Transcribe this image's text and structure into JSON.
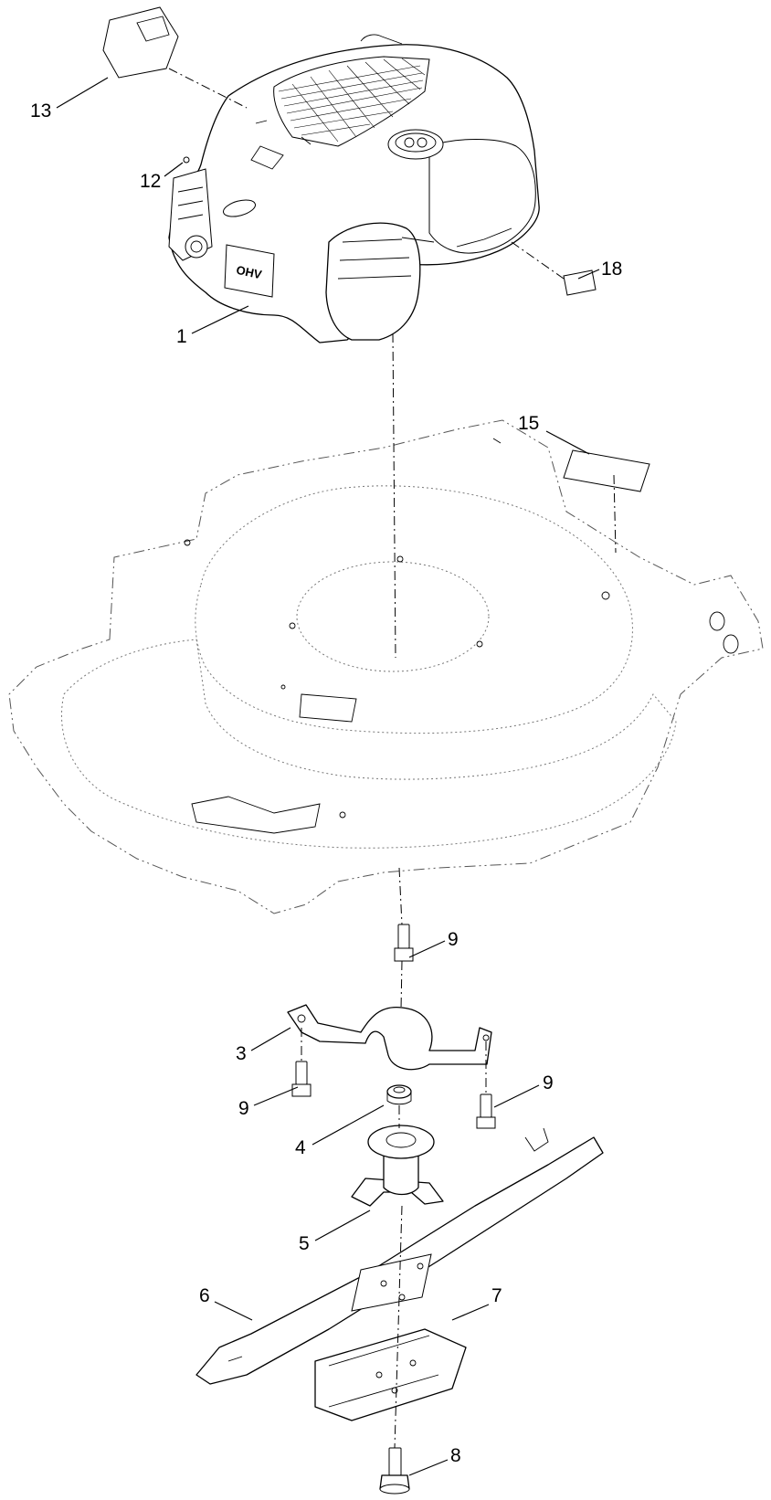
{
  "diagram": {
    "callouts": [
      {
        "id": "13",
        "label": "13"
      },
      {
        "id": "12",
        "label": "12"
      },
      {
        "id": "1",
        "label": "1"
      },
      {
        "id": "18",
        "label": "18"
      },
      {
        "id": "15",
        "label": "15"
      },
      {
        "id": "9a",
        "label": "9"
      },
      {
        "id": "3",
        "label": "3"
      },
      {
        "id": "9b",
        "label": "9"
      },
      {
        "id": "9c",
        "label": "9"
      },
      {
        "id": "4",
        "label": "4"
      },
      {
        "id": "5",
        "label": "5"
      },
      {
        "id": "6",
        "label": "6"
      },
      {
        "id": "7",
        "label": "7"
      },
      {
        "id": "8",
        "label": "8"
      }
    ]
  }
}
